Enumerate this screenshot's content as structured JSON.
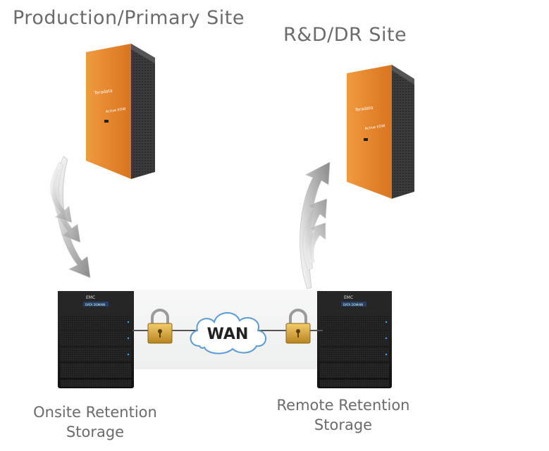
{
  "sites": {
    "primary": {
      "title": "Production/Primary Site",
      "server_brand": "Teradata",
      "server_model": "Active EDW"
    },
    "dr": {
      "title": "R&D/DR Site",
      "server_brand": "Teradata",
      "server_model": "Active EDW"
    }
  },
  "storage": {
    "onsite": {
      "label_line1": "Onsite Retention",
      "label_line2": "Storage",
      "brand": "EMC",
      "model": "DATA DOMAIN"
    },
    "remote": {
      "label_line1": "Remote Retention",
      "label_line2": "Storage",
      "brand": "EMC",
      "model": "DATA DOMAIN"
    }
  },
  "network": {
    "label": "WAN"
  },
  "colors": {
    "server_orange": "#e8862e",
    "server_dark": "#3a3a3a",
    "cloud_stroke": "#5b9bd5",
    "lock_gold": "#d2a23a",
    "text_gray": "#6b6b6b"
  }
}
